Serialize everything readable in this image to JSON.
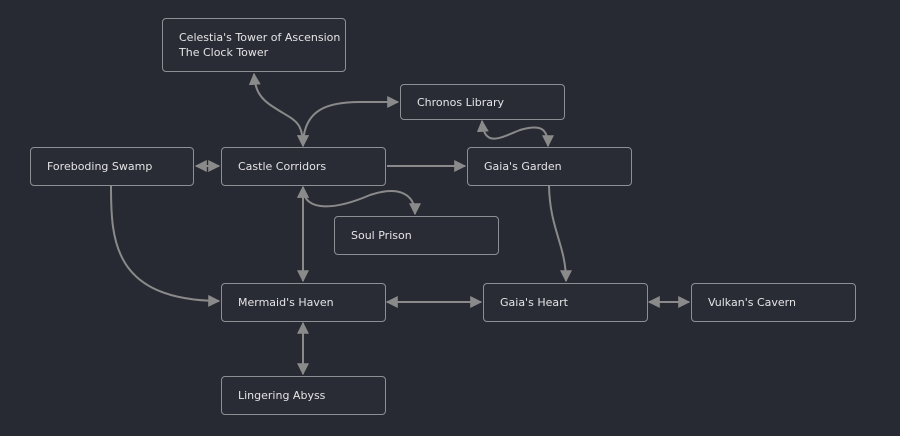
{
  "diagram": {
    "colors": {
      "background": "#282a33",
      "node_border": "#8e8f95",
      "edge": "#8a8a8a",
      "text": "#e4e4e6"
    },
    "nodes": {
      "celestia": {
        "line1": "Celestia's Tower of Ascension",
        "line2": "The Clock Tower"
      },
      "chronos": {
        "label": "Chronos Library"
      },
      "swamp": {
        "label": "Foreboding Swamp"
      },
      "castle": {
        "label": "Castle Corridors"
      },
      "garden": {
        "label": "Gaia's Garden"
      },
      "prison": {
        "label": "Soul Prison"
      },
      "mermaid": {
        "label": "Mermaid's Haven"
      },
      "heart": {
        "label": "Gaia's Heart"
      },
      "vulkan": {
        "label": "Vulkan's Cavern"
      },
      "abyss": {
        "label": "Lingering Abyss"
      }
    },
    "edges": [
      {
        "from": "Castle Corridors",
        "to": "Celestia's Tower of Ascension",
        "direction": "both"
      },
      {
        "from": "Castle Corridors",
        "to": "Chronos Library",
        "direction": "both"
      },
      {
        "from": "Foreboding Swamp",
        "to": "Castle Corridors",
        "direction": "both"
      },
      {
        "from": "Castle Corridors",
        "to": "Gaia's Garden",
        "direction": "forward"
      },
      {
        "from": "Chronos Library",
        "to": "Gaia's Garden",
        "direction": "both"
      },
      {
        "from": "Castle Corridors",
        "to": "Soul Prison",
        "direction": "both"
      },
      {
        "from": "Castle Corridors",
        "to": "Mermaid's Haven",
        "direction": "both"
      },
      {
        "from": "Foreboding Swamp",
        "to": "Mermaid's Haven",
        "direction": "forward"
      },
      {
        "from": "Gaia's Garden",
        "to": "Gaia's Heart",
        "direction": "forward"
      },
      {
        "from": "Mermaid's Haven",
        "to": "Gaia's Heart",
        "direction": "both"
      },
      {
        "from": "Gaia's Heart",
        "to": "Vulkan's Cavern",
        "direction": "both"
      },
      {
        "from": "Mermaid's Haven",
        "to": "Lingering Abyss",
        "direction": "both"
      }
    ]
  }
}
